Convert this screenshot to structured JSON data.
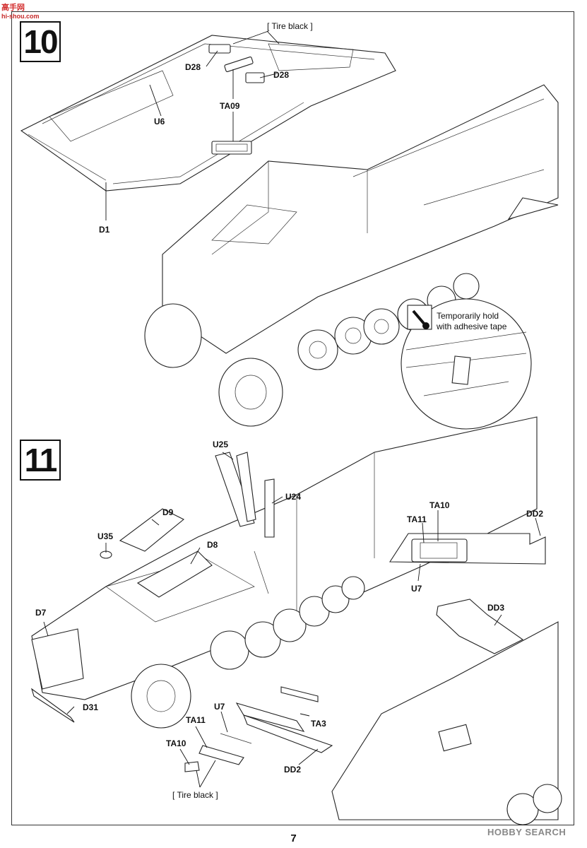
{
  "watermark": {
    "logo": "高手网",
    "site": "hi-shou.com",
    "bottom": "HOBBY SEARCH"
  },
  "page_number": "7",
  "step10": {
    "number": "10",
    "labels": {
      "tire_black": "[ Tire black ]",
      "d28_left": "D28",
      "d28_right": "D28",
      "u6": "U6",
      "ta09": "TA09",
      "d1": "D1"
    },
    "note": {
      "line1": "Temporarily hold",
      "line2": "with adhesive tape"
    }
  },
  "step11": {
    "number": "11",
    "labels": {
      "u25": "U25",
      "u24": "U24",
      "d9": "D9",
      "u35": "U35",
      "d8": "D8",
      "d7": "D7",
      "d31": "D31",
      "u7_main": "U7",
      "ta3": "TA3",
      "ta11_main": "TA11",
      "ta10_main": "TA10",
      "dd2_main": "DD2",
      "tire_black": "[ Tire black ]",
      "ta10_inset": "TA10",
      "ta11_inset": "TA11",
      "dd2_inset": "DD2",
      "u7_inset": "U7",
      "dd3": "DD3"
    }
  }
}
